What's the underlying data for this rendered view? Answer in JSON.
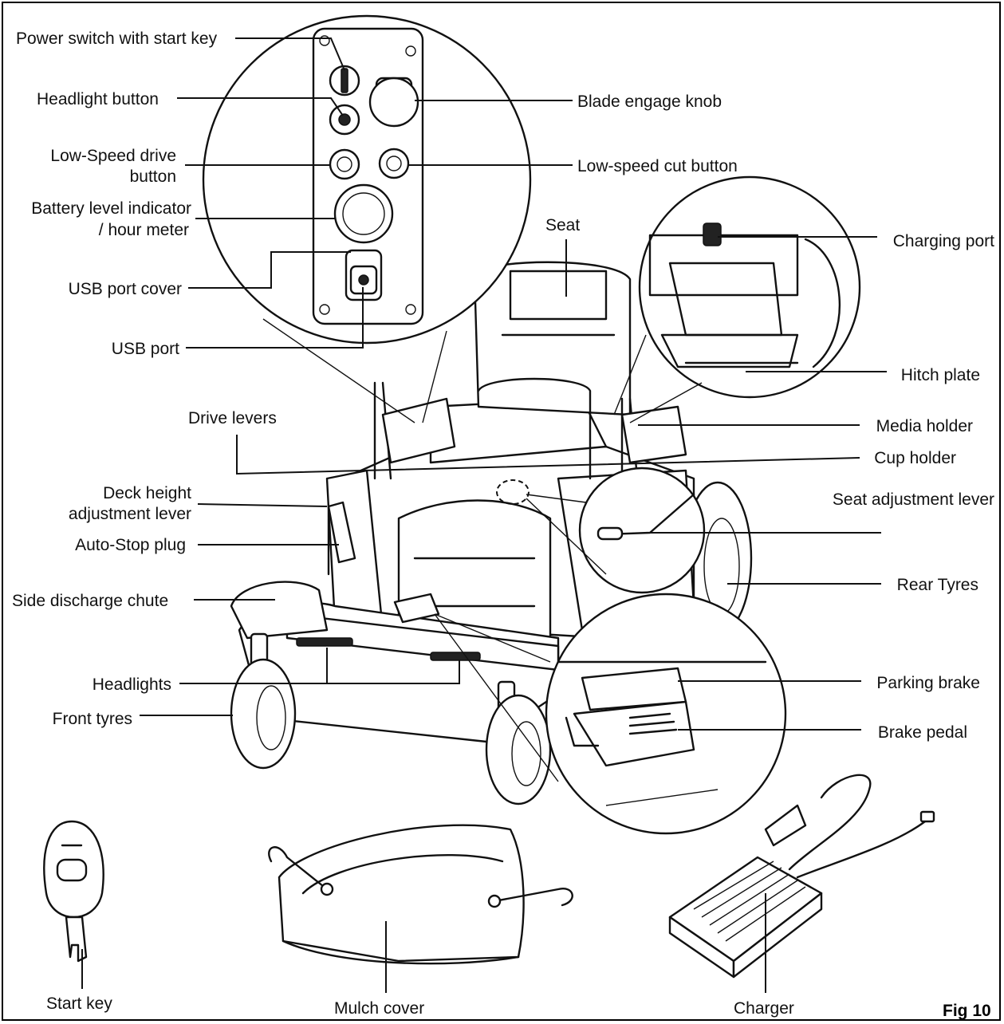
{
  "labels": {
    "power_switch": "Power switch with start key",
    "headlight_button": "Headlight button",
    "low_speed_drive_1": "Low-Speed drive",
    "low_speed_drive_2": "button",
    "battery_1": "Battery level indicator",
    "battery_2": "/ hour meter",
    "usb_cover": "USB port cover",
    "usb_port": "USB port",
    "blade_knob": "Blade engage knob",
    "low_speed_cut": "Low-speed cut button",
    "seat": "Seat",
    "charging_port": "Charging port",
    "hitch_plate": "Hitch plate",
    "drive_levers": "Drive levers",
    "media_holder": "Media holder",
    "cup_holder": "Cup holder",
    "deck_height_1": "Deck height",
    "deck_height_2": "adjustment lever",
    "seat_adjustment": "Seat adjustment lever",
    "auto_stop": "Auto-Stop plug",
    "rear_tyres": "Rear Tyres",
    "side_discharge": "Side discharge chute",
    "headlights": "Headlights",
    "parking_brake": "Parking brake",
    "front_tyres": "Front tyres",
    "brake_pedal": "Brake pedal",
    "start_key": "Start key",
    "mulch_cover": "Mulch cover",
    "charger": "Charger",
    "figure": "Fig 10"
  }
}
